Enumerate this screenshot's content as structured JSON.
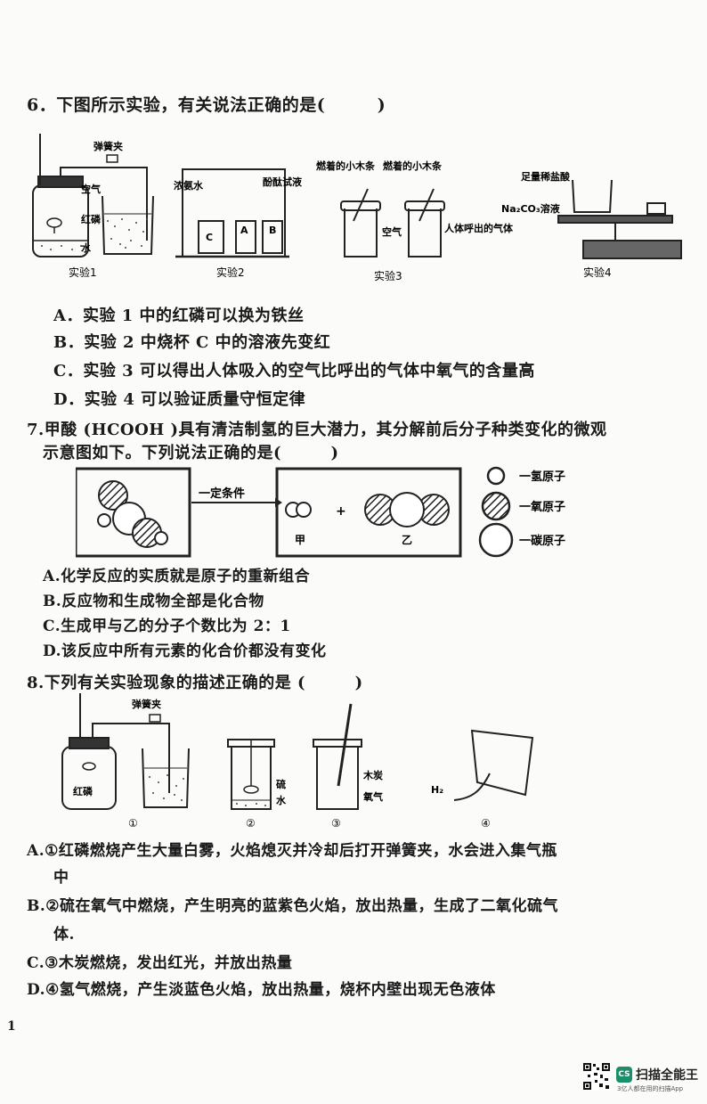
{
  "q6": {
    "stem": "6．下图所示实验，有关说法正确的是(　　　)",
    "figure_labels": {
      "spring_clip": "弹簧夹",
      "air": "空气",
      "red_phosphorus": "红磷",
      "water": "水",
      "conc_ammonia": "浓氨水",
      "phenol": "酚酞试液",
      "beaker_c": "C",
      "beaker_a": "A",
      "beaker_b": "B",
      "burning_stick_1": "燃着的小木条",
      "burning_stick_2": "燃着的小木条",
      "air_bottle": "空气",
      "exhaled": "人体呼出的气体",
      "enough_hcl": "足量稀盐酸",
      "na2co3": "Na₂CO₃溶液"
    },
    "captions": [
      "实验1",
      "实验2",
      "实验3",
      "实验4"
    ],
    "options": [
      "A．实验 1 中的红磷可以换为铁丝",
      "B．实验 2 中烧杯 C 中的溶液先变红",
      "C．实验 3 可以得出人体吸入的空气比呼出的气体中氧气的含量高",
      "D．实验 4 可以验证质量守恒定律"
    ]
  },
  "q7": {
    "stem_line1": "7.甲酸 (HCOOH )具有清洁制氢的巨大潜力，其分解前后分子种类变化的微观",
    "stem_line2": "示意图如下。下列说法正确的是(　　　)",
    "arrow_label": "一定条件",
    "plus": "+",
    "product1": "甲",
    "product2": "乙",
    "legend": [
      "一氢原子",
      "一氧原子",
      "一碳原子"
    ],
    "options": [
      "A.化学反应的实质就是原子的重新组合",
      "B.反应物和生成物全部是化合物",
      "C.生成甲与乙的分子个数比为 2：1",
      "D.该反应中所有元素的化合价都没有变化"
    ]
  },
  "q8": {
    "stem": "8.下列有关实验现象的描述正确的是 (　　　)",
    "figure_labels": {
      "spring_clip": "弹簧夹",
      "red_phosphorus": "红磷",
      "sulfur": "硫",
      "water": "水",
      "charcoal": "木炭",
      "oxygen": "氧气",
      "h2": "H₂"
    },
    "captions": [
      "①",
      "②",
      "③",
      "④"
    ],
    "options": [
      "A.①红磷燃烧产生大量白雾，火焰熄灭并冷却后打开弹簧夹，水会进入集气瓶",
      "中",
      "B.②硫在氧气中燃烧，产生明亮的蓝紫色火焰，放出热量，生成了二氧化硫气",
      "体.",
      "C.③木炭燃烧，发出红光，并放出热量",
      "D.④氢气燃烧，产生淡蓝色火焰，放出热量，烧杯内壁出现无色液体"
    ]
  },
  "footer": {
    "page_number": "1",
    "brand": "扫描全能王",
    "brand_badge": "CS",
    "tagline": "3亿人都在用的扫描App"
  }
}
